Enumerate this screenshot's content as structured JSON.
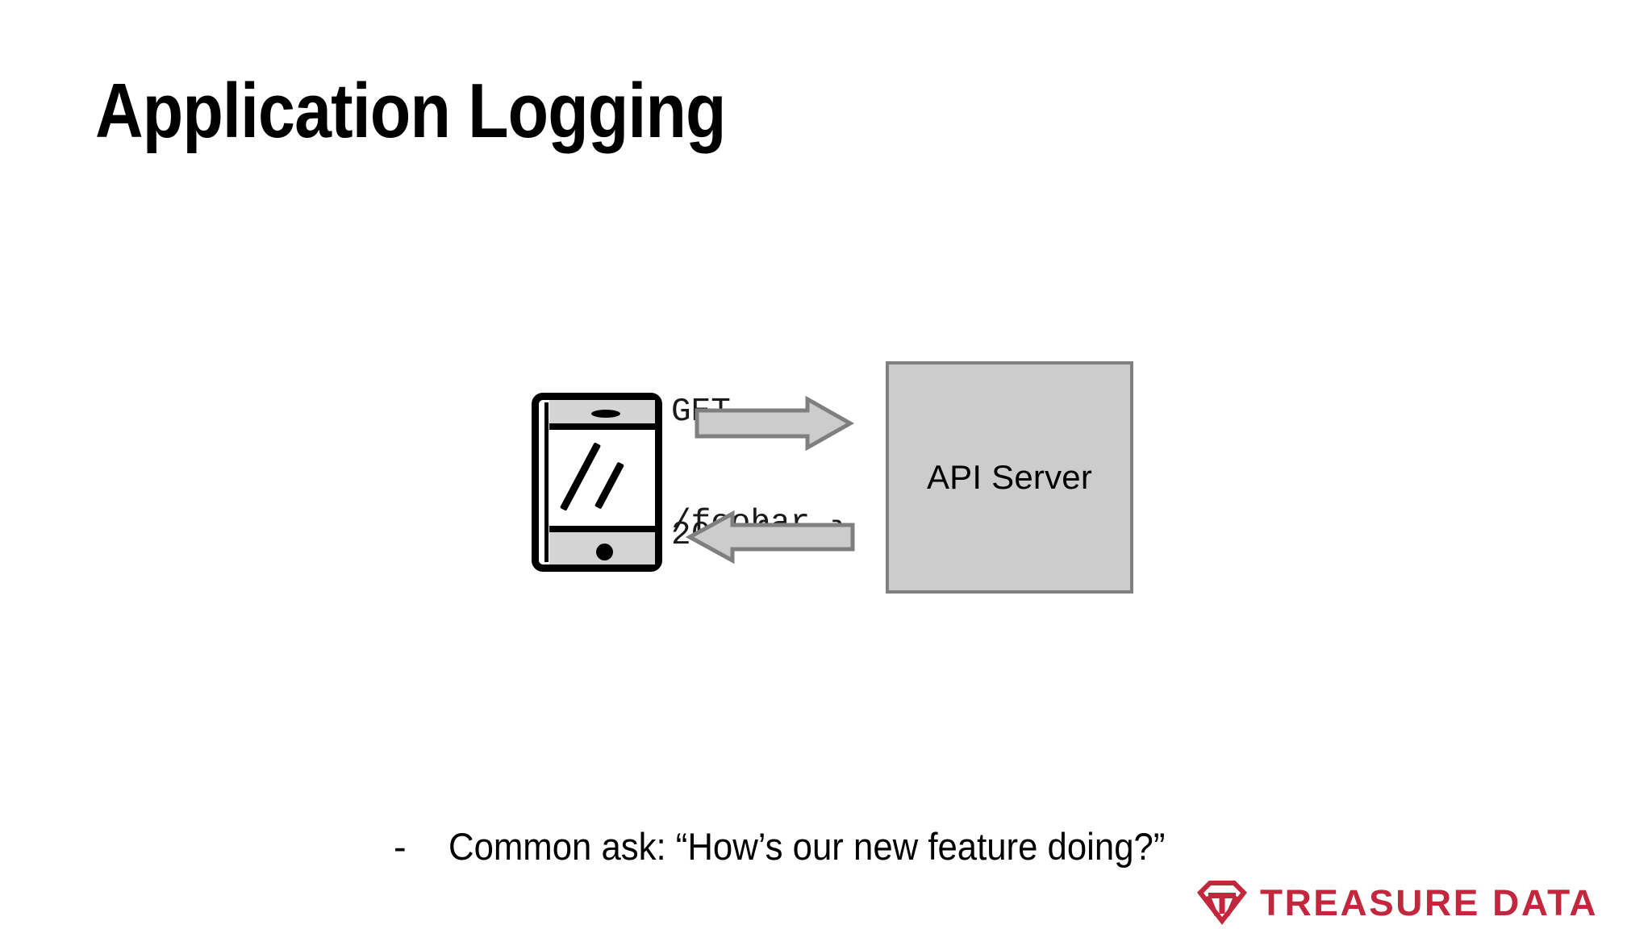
{
  "slide": {
    "title": "Application Logging",
    "background_color": "#ffffff"
  },
  "diagram": {
    "client": {
      "kind": "mobile-phone",
      "label": ""
    },
    "request": {
      "line1": "GET",
      "line2": "/foobar",
      "arrow_direction": "right"
    },
    "response": {
      "line1": "200 {...}",
      "arrow_direction": "left"
    },
    "server": {
      "label": "API Server",
      "fill_color": "#cccccc",
      "border_color": "#808080"
    },
    "arrow_colors": {
      "fill": "#cccccc",
      "stroke": "#7f7f7f"
    }
  },
  "bullets": [
    {
      "marker": "-",
      "text": "Common ask: “How’s our new feature doing?”"
    }
  ],
  "brand": {
    "wordmark": "TREASURE DATA",
    "color": "#c1273d"
  }
}
